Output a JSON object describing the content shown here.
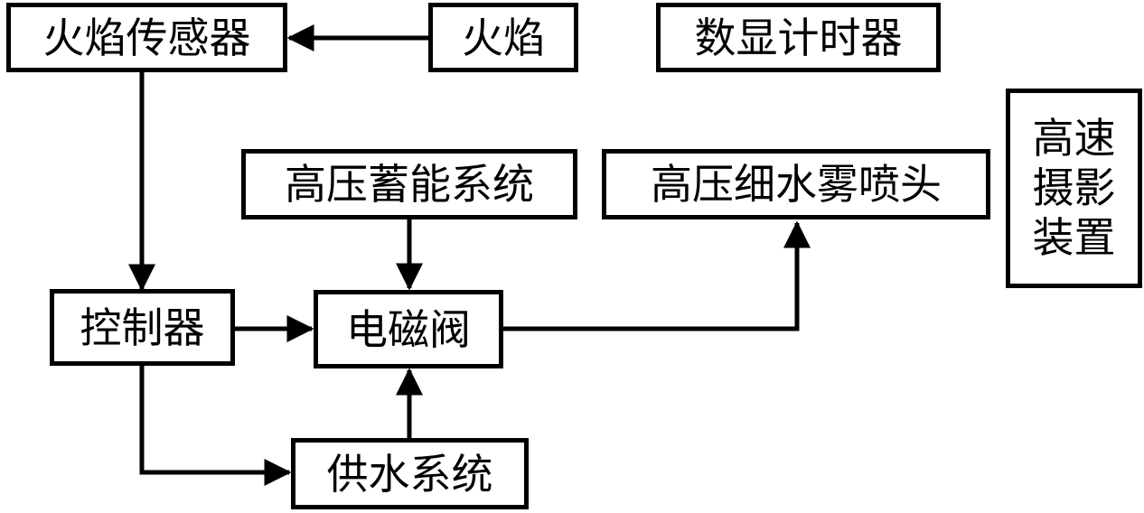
{
  "nodes": {
    "flame_sensor": "火焰传感器",
    "flame": "火焰",
    "digital_timer": "数显计时器",
    "hp_accumulator": "高压蓄能系统",
    "hp_mist_nozzle": "高压细水雾喷头",
    "high_speed_camera": [
      "高速",
      "摄影",
      "装置"
    ],
    "controller": "控制器",
    "solenoid_valve": "电磁阀",
    "water_supply": "供水系统"
  },
  "colors": {
    "line": "#000000",
    "box_border": "#000000",
    "background": "#ffffff"
  }
}
